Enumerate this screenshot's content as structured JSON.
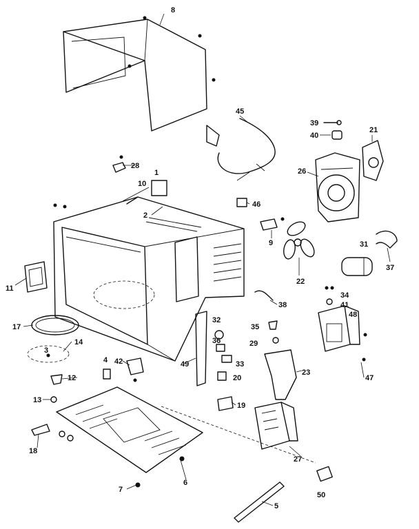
{
  "diagram": {
    "labels": [
      "8",
      "45",
      "39",
      "40",
      "21",
      "26",
      "28",
      "1",
      "10",
      "46",
      "2",
      "9",
      "22",
      "31",
      "37",
      "11",
      "38",
      "34",
      "41",
      "48",
      "17",
      "14",
      "3",
      "32",
      "35",
      "29",
      "36",
      "33",
      "49",
      "42",
      "4",
      "12",
      "20",
      "23",
      "47",
      "13",
      "19",
      "18",
      "27",
      "7",
      "6",
      "50",
      "5"
    ]
  }
}
